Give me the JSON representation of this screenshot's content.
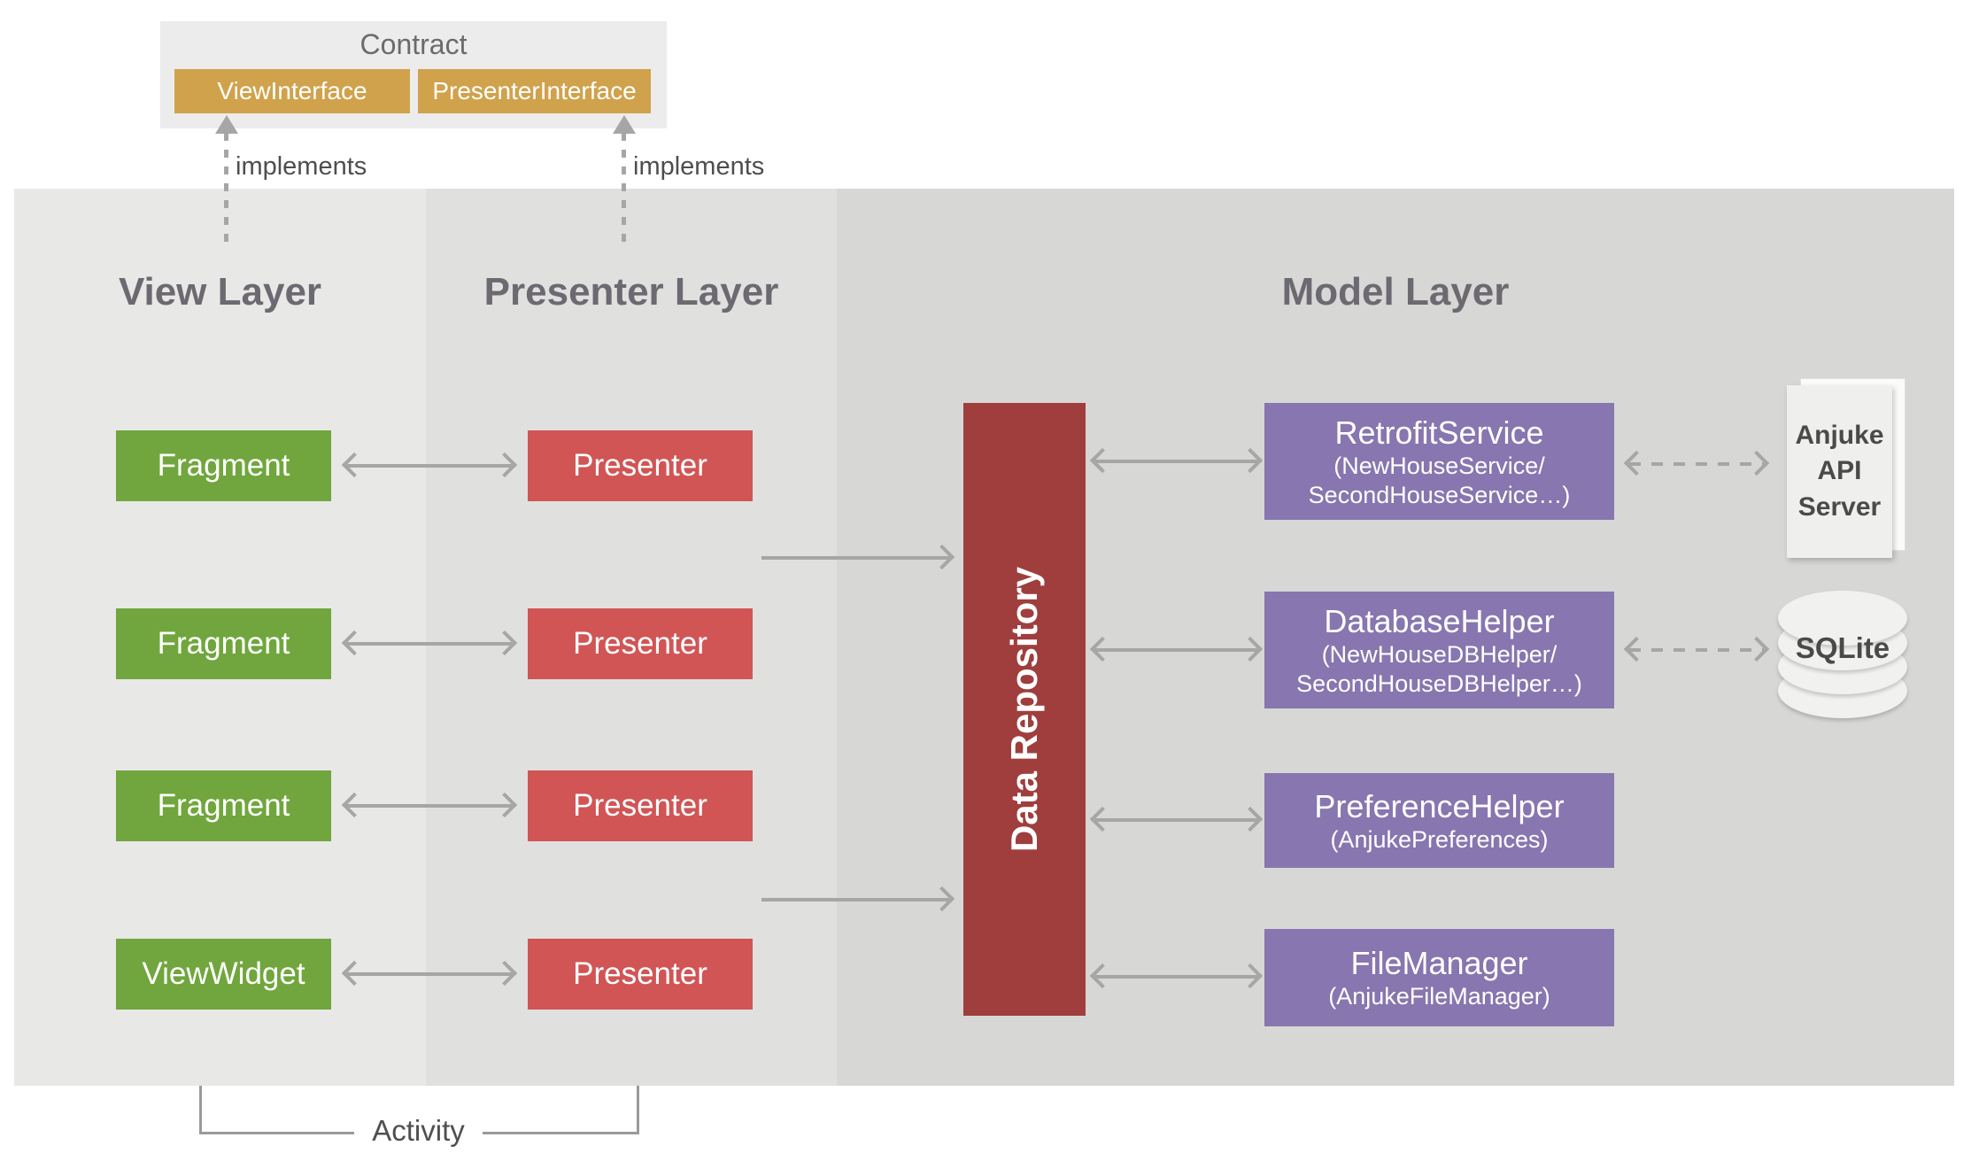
{
  "contract": {
    "title": "Contract",
    "view_interface": "ViewInterface",
    "presenter_interface": "PresenterInterface"
  },
  "implements_left": "implements",
  "implements_right": "implements",
  "layers": {
    "view": {
      "title": "View Layer",
      "boxes": [
        "Fragment",
        "Fragment",
        "Fragment",
        "ViewWidget"
      ]
    },
    "presenter": {
      "title": "Presenter Layer",
      "boxes": [
        "Presenter",
        "Presenter",
        "Presenter",
        "Presenter"
      ]
    },
    "model": {
      "title": "Model Layer"
    }
  },
  "data_repository": "Data Repository",
  "model_boxes": [
    {
      "title": "RetrofitService",
      "sub1": "(NewHouseService/",
      "sub2": "SecondHouseService…)"
    },
    {
      "title": "DatabaseHelper",
      "sub1": "(NewHouseDBHelper/",
      "sub2": "SecondHouseDBHelper…)"
    },
    {
      "title": "PreferenceHelper",
      "sub1": "(AnjukePreferences)"
    },
    {
      "title": "FileManager",
      "sub1": "(AnjukeFileManager)"
    }
  ],
  "external": {
    "api_server": {
      "line1": "Anjuke",
      "line2": "API",
      "line3": "Server"
    },
    "database": "SQLite"
  },
  "activity_label": "Activity",
  "colors": {
    "tan": "#d0a24c",
    "green": "#70a63d",
    "red": "#d15555",
    "darkred": "#a03e3e",
    "purple": "#8776af",
    "arrow": "#a6a6a6",
    "panel-view": "#e8e8e7",
    "panel-presenter": "#e0e0df",
    "panel-model": "#d7d7d6",
    "contract-bg": "#ececec",
    "title": "#6d6971",
    "text-dark": "#4a4a4a"
  }
}
